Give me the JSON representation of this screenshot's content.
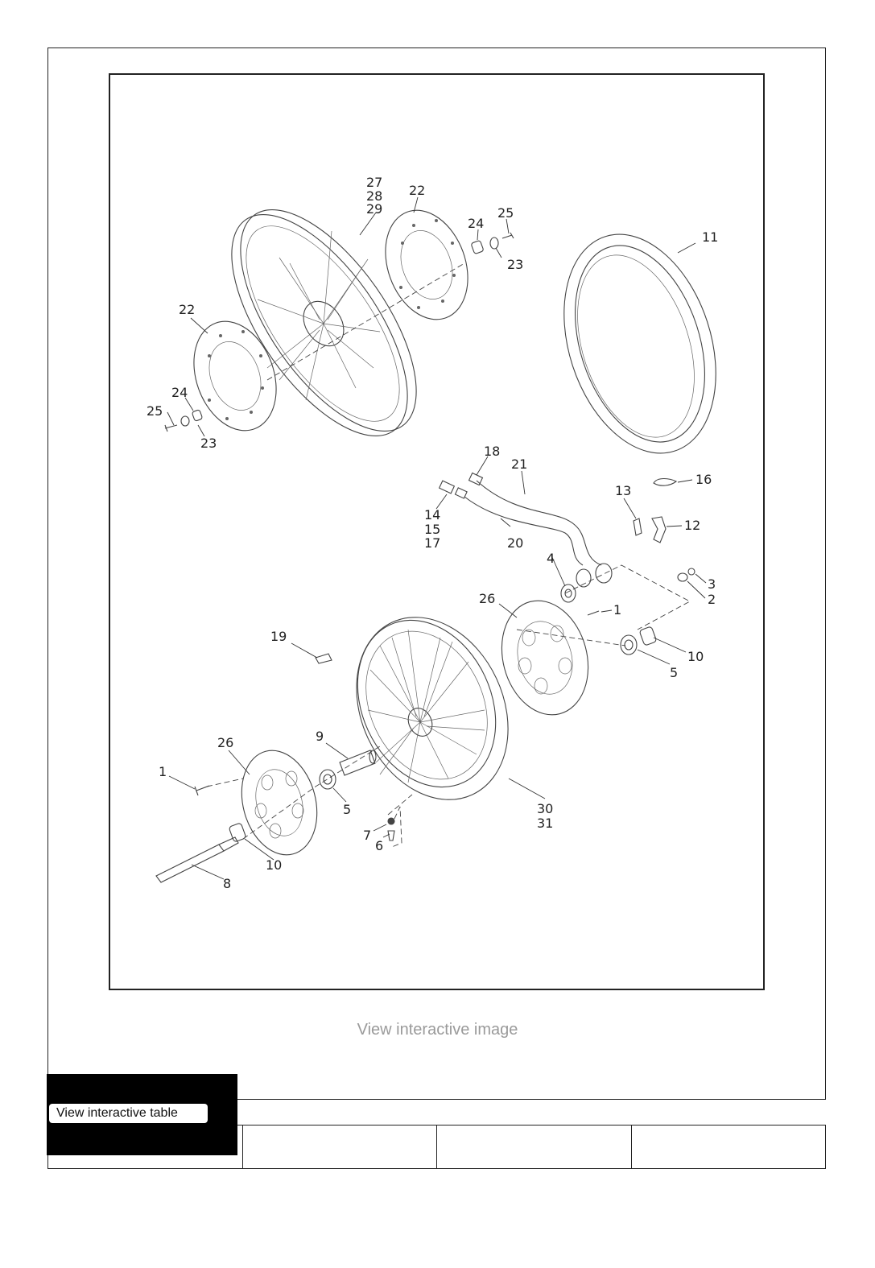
{
  "diagram": {
    "callouts": [
      {
        "id": "c27",
        "text": "27"
      },
      {
        "id": "c28",
        "text": "28"
      },
      {
        "id": "c29",
        "text": "29"
      },
      {
        "id": "c22a",
        "text": "22"
      },
      {
        "id": "c24a",
        "text": "24"
      },
      {
        "id": "c25a",
        "text": "25"
      },
      {
        "id": "c23a",
        "text": "23"
      },
      {
        "id": "c11",
        "text": "11"
      },
      {
        "id": "c22b",
        "text": "22"
      },
      {
        "id": "c24b",
        "text": "24"
      },
      {
        "id": "c25b",
        "text": "25"
      },
      {
        "id": "c23b",
        "text": "23"
      },
      {
        "id": "c18",
        "text": "18"
      },
      {
        "id": "c21",
        "text": "21"
      },
      {
        "id": "c16",
        "text": "16"
      },
      {
        "id": "c13",
        "text": "13"
      },
      {
        "id": "c12",
        "text": "12"
      },
      {
        "id": "c14",
        "text": "14"
      },
      {
        "id": "c15",
        "text": "15"
      },
      {
        "id": "c17",
        "text": "17"
      },
      {
        "id": "c20",
        "text": "20"
      },
      {
        "id": "c4",
        "text": "4"
      },
      {
        "id": "c3",
        "text": "3"
      },
      {
        "id": "c2",
        "text": "2"
      },
      {
        "id": "c26a",
        "text": "26"
      },
      {
        "id": "c1a",
        "text": "1"
      },
      {
        "id": "c10a",
        "text": "10"
      },
      {
        "id": "c5a",
        "text": "5"
      },
      {
        "id": "c19",
        "text": "19"
      },
      {
        "id": "c9",
        "text": "9"
      },
      {
        "id": "c26b",
        "text": "26"
      },
      {
        "id": "c1b",
        "text": "1"
      },
      {
        "id": "c5b",
        "text": "5"
      },
      {
        "id": "c7",
        "text": "7"
      },
      {
        "id": "c6",
        "text": "6"
      },
      {
        "id": "c30",
        "text": "30"
      },
      {
        "id": "c31",
        "text": "31"
      },
      {
        "id": "c10b",
        "text": "10"
      },
      {
        "id": "c8",
        "text": "8"
      }
    ]
  },
  "links": {
    "interactive_image": "View interactive image",
    "interactive_table": "View interactive table"
  }
}
